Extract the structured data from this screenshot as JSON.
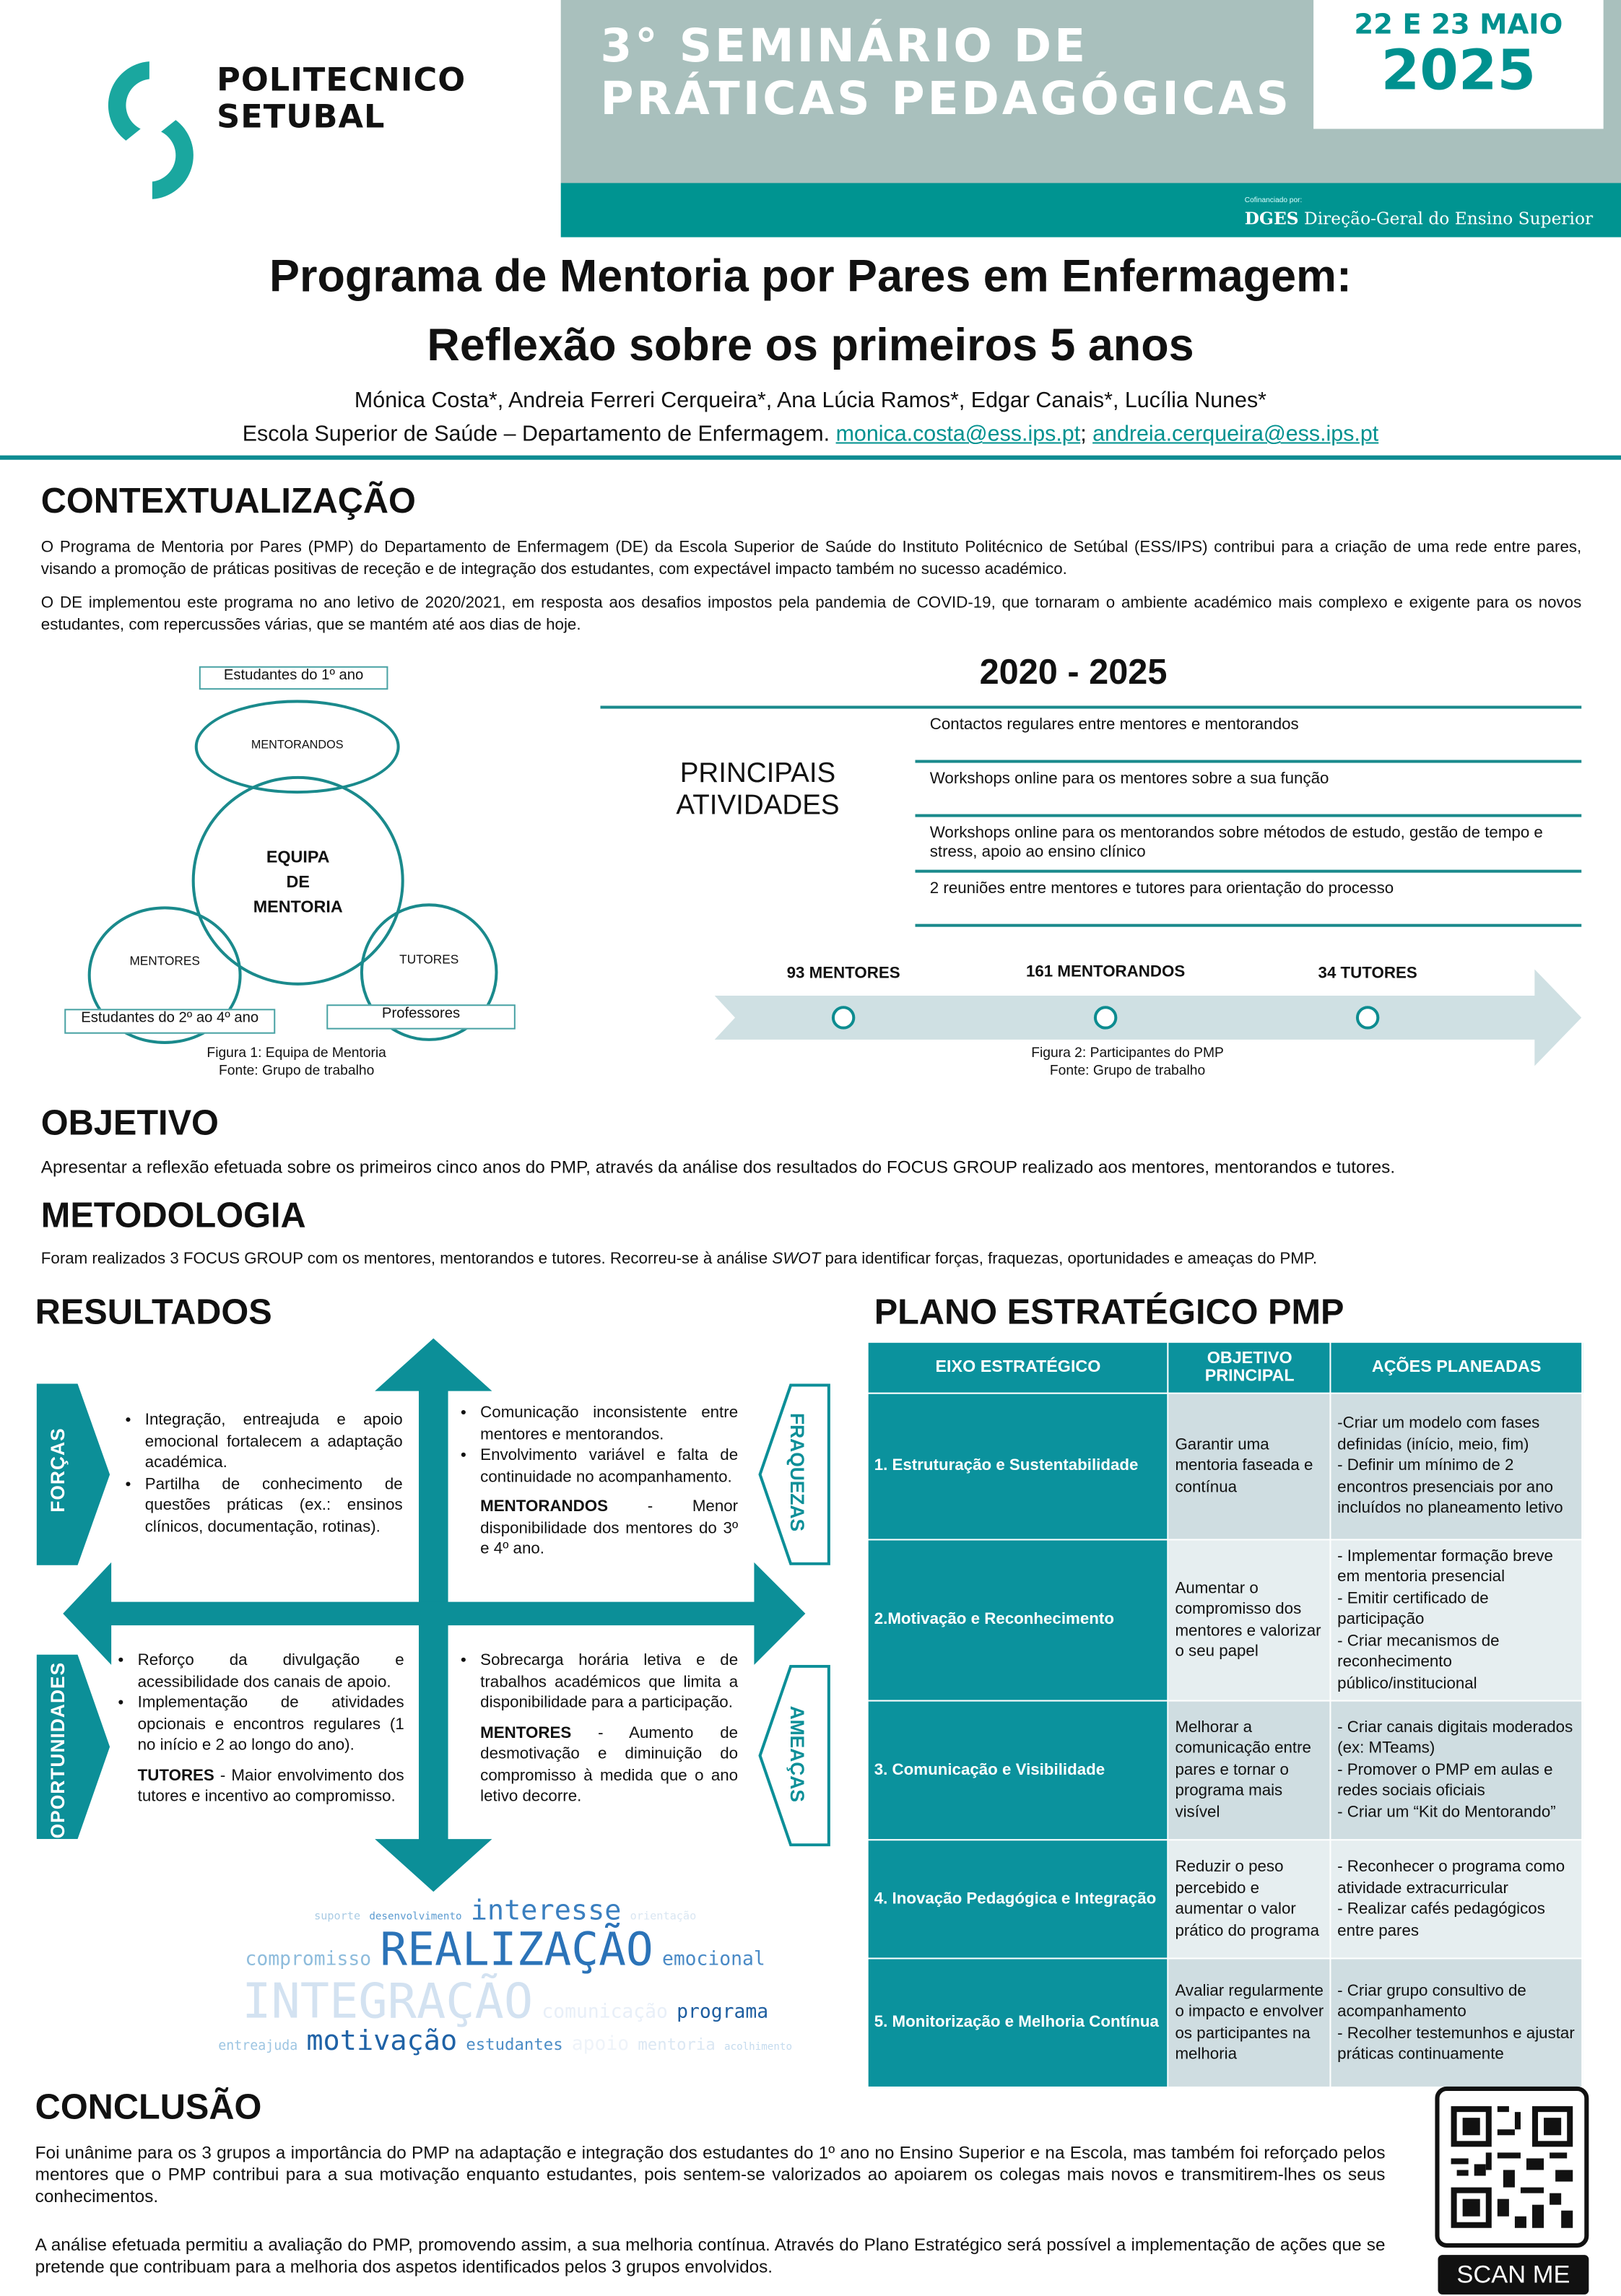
{
  "header": {
    "logo_line1": "POLITECNICO",
    "logo_line2": "SETUBAL",
    "seminar_line1": "3° SEMINÁRIO DE",
    "seminar_line2": "PRÁTICAS PEDAGÓGICAS",
    "date_line1": "22 E 23 MAIO",
    "date_line2": "2025",
    "cofinanced": "Cofinanciado por:",
    "dges_bold": "DGES",
    "dges_rest": "Direção-Geral do Ensino Superior"
  },
  "title": {
    "line1": "Programa de Mentoria por Pares em Enfermagem:",
    "line2": "Reflexão sobre os primeiros 5 anos",
    "authors": "Mónica Costa*, Andreia Ferreri Cerqueira*, Ana Lúcia Ramos*, Edgar Canais*, Lucília Nunes*",
    "school": "Escola Superior de Saúde – Departamento de Enfermagem.",
    "email1": "monica.costa@ess.ips.pt",
    "sep": ";",
    "email2": "andreia.cerqueira@ess.ips.pt"
  },
  "context": {
    "heading": "CONTEXTUALIZAÇÃO",
    "p1": "O Programa de Mentoria por Pares (PMP) do Departamento de Enfermagem (DE) da Escola Superior de Saúde do Instituto Politécnico de Setúbal (ESS/IPS) contribui para a criação de uma rede entre pares, visando a promoção de práticas positivas de receção e de integração dos estudantes, com expectável impacto também no sucesso académico.",
    "p2": "O DE implementou este programa no ano letivo de 2020/2021, em resposta aos desafios impostos pela pandemia de COVID-19, que tornaram o ambiente académico mais complexo e exigente para os novos estudantes, com repercussões várias, que se mantém até aos dias de hoje."
  },
  "figure1": {
    "box_top": "Estudantes do 1º ano",
    "mentorandos": "MENTORANDOS",
    "center1": "EQUIPA",
    "center2": "DE",
    "center3": "MENTORIA",
    "mentores": "MENTORES",
    "tutores": "TUTORES",
    "box_left": "Estudantes do 2º ao 4º ano",
    "box_right": "Professores",
    "caption": "Figura 1: Equipa de Mentoria",
    "source": "Fonte: Grupo de trabalho"
  },
  "activities": {
    "period": "2020 - 2025",
    "label1": "PRINCIPAIS",
    "label2": "ATIVIDADES",
    "items": [
      "Contactos regulares entre mentores e mentorandos",
      "Workshops online para os mentores sobre a sua função",
      "Workshops online para os mentorandos sobre métodos de estudo, gestão de tempo e stress, apoio ao ensino clínico",
      "2 reuniões entre mentores e tutores para orientação do processo"
    ]
  },
  "figure2": {
    "participants": [
      "93 MENTORES",
      "161 MENTORANDOS",
      "34 TUTORES"
    ],
    "caption": "Figura 2: Participantes do PMP",
    "source": "Fonte: Grupo de trabalho"
  },
  "objective": {
    "heading": "OBJETIVO",
    "text": "Apresentar a reflexão efetuada sobre os primeiros cinco anos do PMP, através da análise dos resultados do FOCUS GROUP realizado aos mentores, mentorandos e tutores."
  },
  "method": {
    "heading": "METODOLOGIA",
    "text_a": "Foram realizados 3 FOCUS GROUP com os  mentores, mentorandos e tutores. Recorreu-se à análise ",
    "text_em": "SWOT",
    "text_b": " para identificar forças, fraquezas, oportunidades e ameaças do PMP."
  },
  "results": {
    "heading": "RESULTADOS",
    "forcas": {
      "label": "FORÇAS",
      "items": [
        "Integração, entreajuda e apoio emocional fortalecem a adaptação académica.",
        "Partilha de conhecimento de questões práticas (ex.: ensinos clínicos, documentação, rotinas)."
      ]
    },
    "fraquezas": {
      "label": "FRAQUEZAS",
      "items": [
        "Comunicação inconsistente entre mentores e mentorandos.",
        "Envolvimento variável e falta de continuidade no acompanhamento."
      ],
      "note_bold": "MENTORANDOS",
      "note": " - Menor disponibilidade dos mentores do 3º e 4º ano."
    },
    "oportunidades": {
      "label": "OPORTUNIDADES",
      "items": [
        "Reforço da divulgação e acessibilidade dos canais de apoio.",
        "Implementação de atividades opcionais e encontros regulares (1 no início e 2 ao longo do ano)."
      ],
      "note_bold": "TUTORES",
      "note": " - Maior envolvimento dos tutores e incentivo ao compromisso."
    },
    "ameacas": {
      "label": "AMEAÇAS",
      "items": [
        "Sobrecarga horária letiva e de trabalhos académicos que limita a disponibilidade para a participação."
      ],
      "note_bold": "MENTORES",
      "note": " - Aumento de desmotivação e diminuição do compromisso à medida que o ano letivo decorre."
    },
    "wordcloud": [
      {
        "text": "desenvolvimento",
        "color": "#5b9bd0"
      },
      {
        "text": "interesse",
        "color": "#3a7fc0"
      },
      {
        "text": "REALIZAÇÃO",
        "color": "#2b73b8"
      },
      {
        "text": "suporte",
        "color": "#a9cbe4"
      },
      {
        "text": "orientação",
        "color": "#d9e6f2"
      },
      {
        "text": "compromisso",
        "color": "#8ebcdc"
      },
      {
        "text": "emocional",
        "color": "#4a8ac6"
      },
      {
        "text": "comunicação",
        "color": "#e8eff8"
      },
      {
        "text": "INTEGRAÇÃO",
        "color": "#d3e2f1"
      },
      {
        "text": "programa",
        "color": "#1e5ea0"
      },
      {
        "text": "mentoria",
        "color": "#dbe7f3"
      },
      {
        "text": "acolhimento",
        "color": "#c4dbee"
      },
      {
        "text": "motivação",
        "color": "#1f62a6"
      },
      {
        "text": "apoio",
        "color": "#eef3f9"
      },
      {
        "text": "entreajuda",
        "color": "#9cc5e2"
      },
      {
        "text": "estudantes",
        "color": "#4c8dc6"
      }
    ]
  },
  "plan": {
    "heading": "PLANO ESTRATÉGICO PMP",
    "columns": [
      "EIXO ESTRATÉGICO",
      "OBJETIVO PRINCIPAL",
      "AÇÕES PLANEADAS"
    ],
    "rows": [
      {
        "axis": "1. Estruturação e Sustentabilidade",
        "objective": "Garantir uma mentoria faseada e contínua",
        "actions": [
          "-Criar um modelo com fases definidas (início, meio, fim)",
          "- Definir um mínimo de 2 encontros presenciais por ano incluídos no planeamento letivo"
        ]
      },
      {
        "axis": "2.Motivação e Reconhecimento",
        "objective": "Aumentar o compromisso dos mentores e valorizar o seu papel",
        "actions": [
          "- Implementar formação breve em mentoria presencial",
          "- Emitir certificado de participação",
          "- Criar mecanismos de reconhecimento público/institucional"
        ]
      },
      {
        "axis": "3. Comunicação e Visibilidade",
        "objective": "Melhorar a comunicação entre pares e tornar o programa mais visível",
        "actions": [
          "- Criar canais digitais moderados (ex: MTeams)",
          "- Promover o PMP em aulas e redes sociais oficiais",
          "- Criar um “Kit do Mentorando”"
        ]
      },
      {
        "axis": "4. Inovação Pedagógica e Integração",
        "objective": "Reduzir o peso percebido e aumentar o valor prático do programa",
        "actions": [
          "- Reconhecer o programa como atividade extracurricular",
          "- Realizar cafés pedagógicos entre pares"
        ]
      },
      {
        "axis": "5. Monitorização e Melhoria Contínua",
        "objective": "Avaliar regularmente o impacto e envolver os participantes na melhoria",
        "actions": [
          "- Criar grupo consultivo de acompanhamento",
          "- Recolher testemunhos e ajustar práticas continuamente"
        ]
      }
    ]
  },
  "conclusion": {
    "heading": "CONCLUSÃO",
    "p1": "Foi unânime para os 3 grupos a importância do PMP na adaptação e integração dos estudantes do 1º ano no Ensino Superior e na Escola, mas também foi reforçado pelos mentores que o PMP contribui para a sua motivação enquanto estudantes, pois sentem-se valorizados ao apoiarem os colegas mais novos e transmitirem-lhes os seus conhecimentos.",
    "p2": "A análise efetuada permitiu a avaliação do PMP, promovendo assim, a sua melhoria contínua. Através do Plano Estratégico será possível a implementação de ações que se pretende que contribuam para a melhoria dos aspetos identificados pelos 3 grupos envolvidos."
  },
  "qr": {
    "label": "SCAN ME"
  }
}
